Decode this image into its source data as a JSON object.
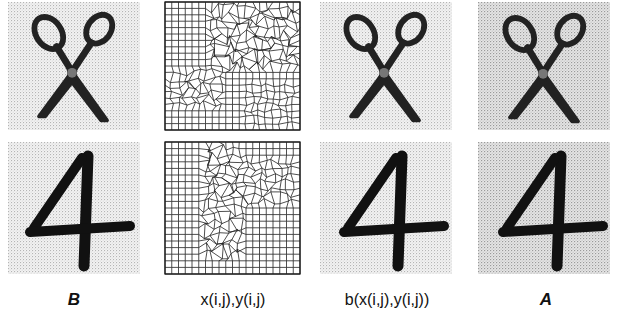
{
  "diagram": {
    "labels": [
      "B",
      "x(i,j),y(i,j)",
      "b(x(i,j),y(i,j))",
      "A"
    ]
  }
}
